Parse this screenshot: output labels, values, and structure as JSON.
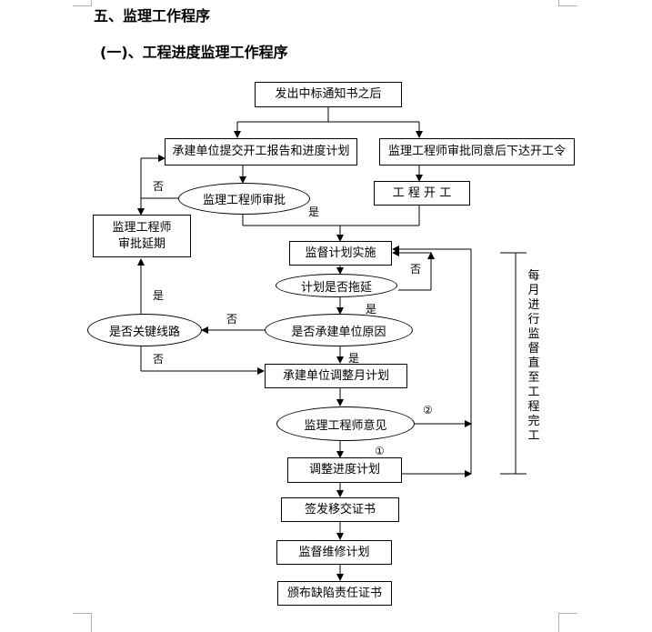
{
  "heading": {
    "section": "五、监理工作程序",
    "subsection": "(一)、工程进度监理工作程序"
  },
  "nodes": {
    "issue_notice": "发出中标通知书之后",
    "submit_report": "承建单位提交开工报告和进度计划",
    "engineer_approve_order": "监理工程师审批同意后下达开工令",
    "engineer_review": "监理工程师审批",
    "project_start": "工 程 开 工",
    "extend_approval": "监理工程师\n审批延期",
    "supervise_plan": "监督计划实施",
    "plan_delayed": "计划是否拖延",
    "contractor_cause": "是否承建单位原因",
    "critical_path": "是否关键线路",
    "adjust_monthly": "承建单位调整月计划",
    "engineer_opinion": "监理工程师意见",
    "adjust_schedule": "调整进度计划",
    "handover_cert": "签发移交证书",
    "supervise_maintenance": "监督维修计划",
    "defect_cert": "颁布缺陷责任证书"
  },
  "labels": {
    "review_no": "否",
    "review_yes": "是",
    "delayed_no": "否",
    "delayed_yes": "是",
    "cause_no": "否",
    "cause_yes": "是",
    "critical_yes": "是",
    "critical_no": "否",
    "circle_two": "②",
    "circle_one": "①"
  },
  "side_note": "每月进行监督直至工程完工"
}
